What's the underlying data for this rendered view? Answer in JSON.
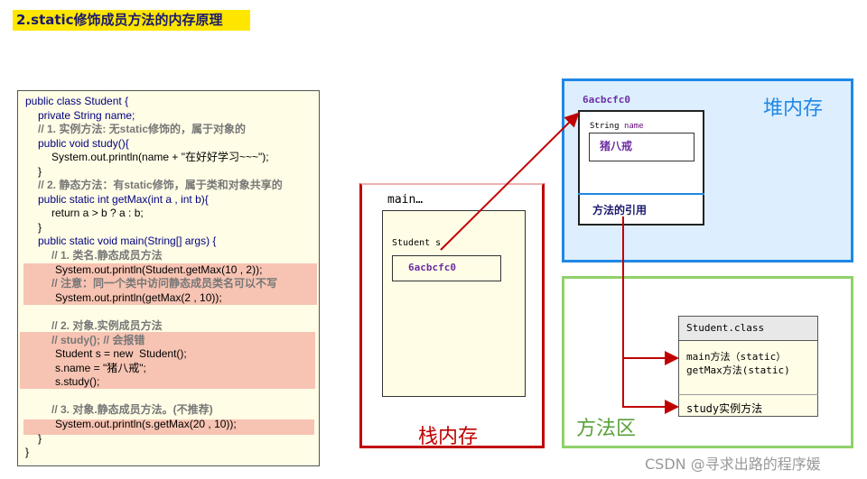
{
  "title": "2.static修饰成员方法的内存原理",
  "code": {
    "lines": [
      "public class Student {",
      "private String name;",
      "// 1. 实例方法: 无static修饰的，属于对象的",
      "public void study(){",
      "System.out.println(name + \"在好好学习~~~\");",
      "}",
      "// 2. 静态方法：有static修饰，属于类和对象共享的",
      "public static int getMax(int a , int b){",
      "return a > b ? a : b;",
      "}",
      "public static void main(String[] args) {",
      "// 1. 类名.静态成员方法",
      "System.out.println(Student.getMax(10 , 2));",
      "// 注意：同一个类中访问静态成员类名可以不写",
      "System.out.println(getMax(2 , 10));",
      "",
      "// 2. 对象.实例成员方法",
      "// study(); // 会报错",
      "Student s = new  Student();",
      "s.name = \"猪八戒\";",
      "s.study();",
      "",
      "// 3. 对象.静态成员方法。(不推荐)",
      "System.out.println(s.getMax(20 , 10));",
      "}",
      "}"
    ]
  },
  "stack": {
    "label": "栈内存",
    "frame_label": "main…",
    "var_label": "Student s",
    "var_value": "6acbcfc0"
  },
  "heap": {
    "label": "堆内存",
    "address": "6acbcfc0",
    "field_type": "String",
    "field_name": "name",
    "field_value": "猪八戒",
    "method_ref": "方法的引用"
  },
  "method_area": {
    "label": "方法区",
    "class_name": "Student.class",
    "static_method_1": "main方法（static）",
    "static_method_2": "getMax方法(static)",
    "instance_method": "study实例方法"
  },
  "watermark": "CSDN @寻求出路的程序媛",
  "colors": {
    "stack": "#c00000",
    "heap": "#1e88e5",
    "method_area": "#8fd16a",
    "highlight": "#f6b8a8",
    "title_bg": "#ffe600"
  }
}
